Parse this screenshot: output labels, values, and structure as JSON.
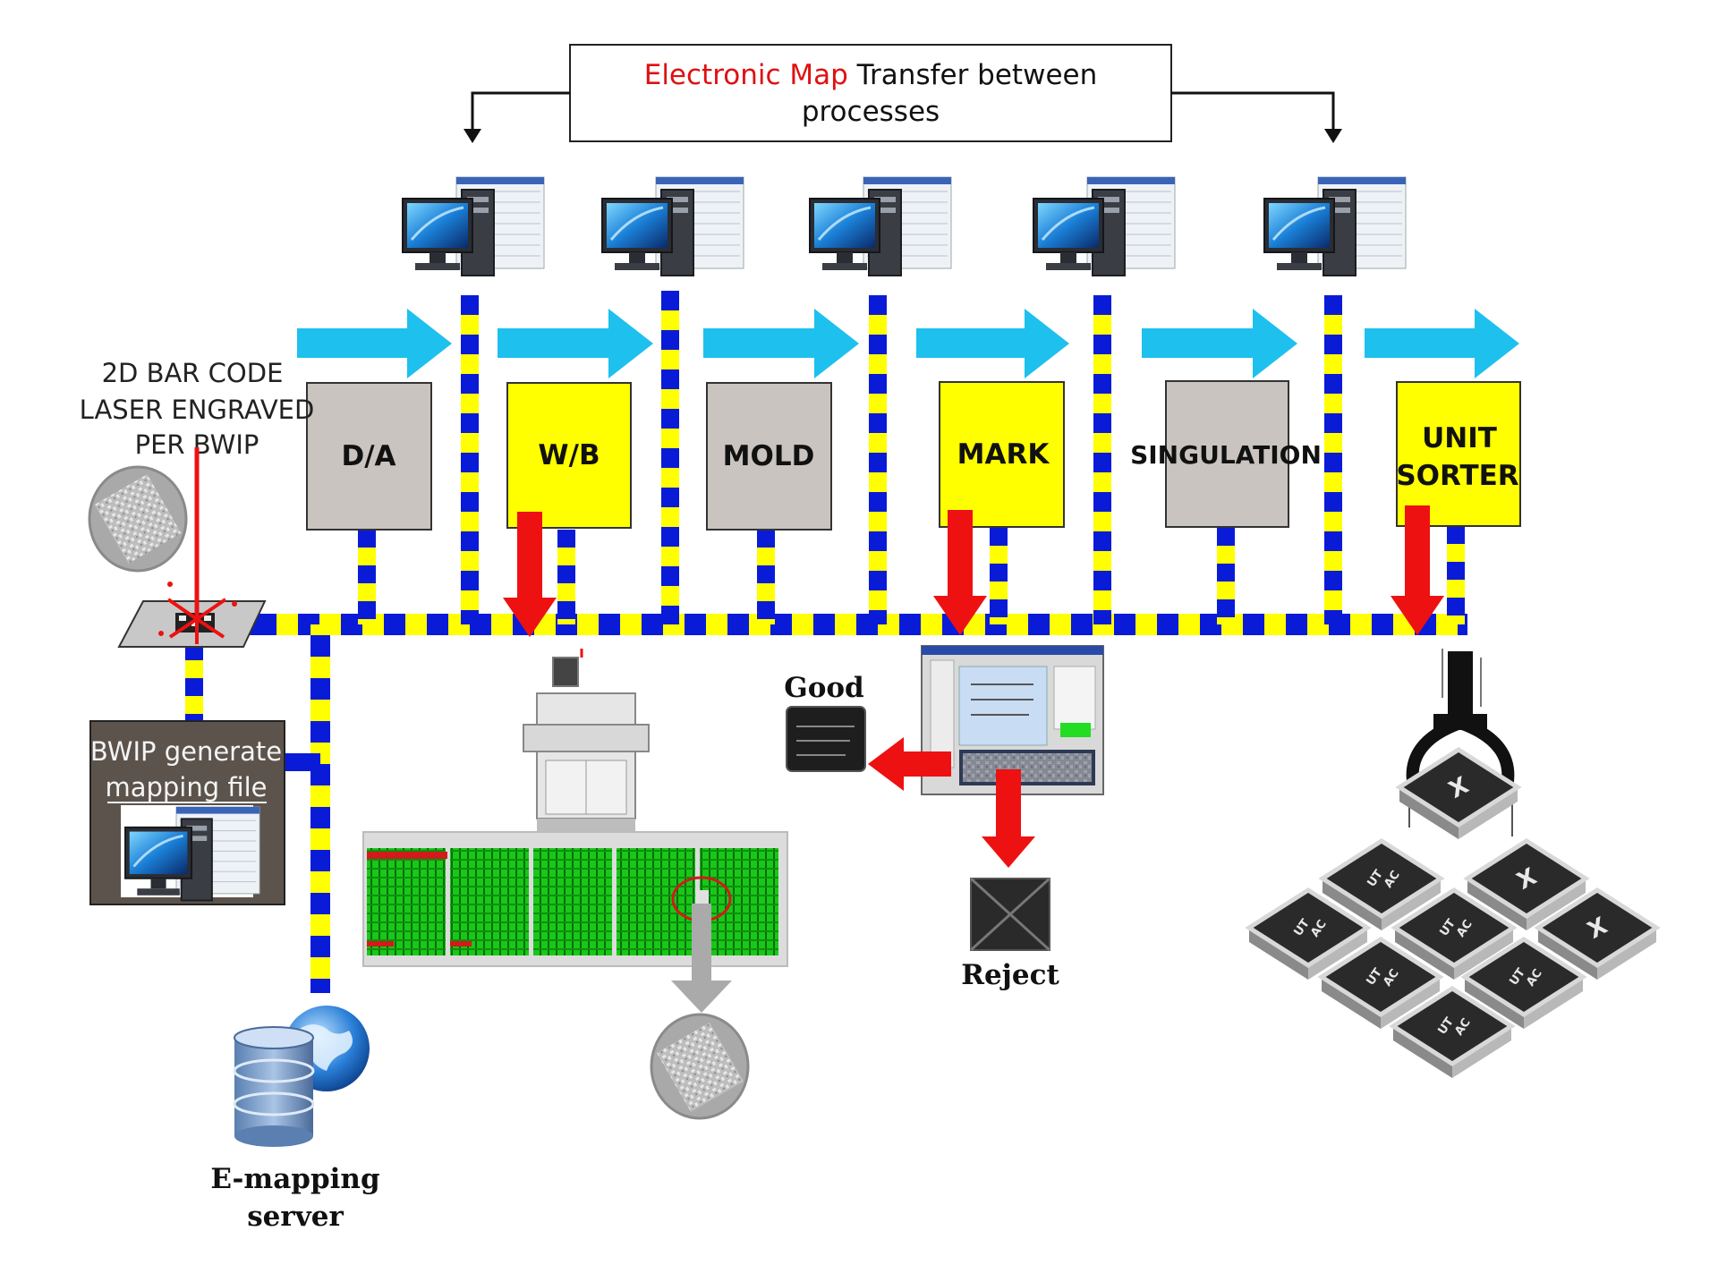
{
  "banner": {
    "highlight": "Electronic Map",
    "rest_line1": " Transfer between",
    "line2": "processes"
  },
  "processes": [
    {
      "label": "D/A",
      "color": "#c9c4bf"
    },
    {
      "label": "W/B",
      "color": "#ffff00"
    },
    {
      "label": "MOLD",
      "color": "#c9c4bf"
    },
    {
      "label": "MARK",
      "color": "#ffff00"
    },
    {
      "label": "SINGULATION",
      "color": "#c9c4bf"
    },
    {
      "label": "UNIT",
      "label2": "SORTER",
      "color": "#ffff00"
    }
  ],
  "laser_label": {
    "line1": "2D BAR CODE",
    "line2": "LASER ENGRAVED",
    "line3": "PER BWIP"
  },
  "bwip_box": {
    "line1": "BWIP generate",
    "line2": "mapping file"
  },
  "server": {
    "line1": "E-mapping",
    "line2": "server"
  },
  "good_label": "Good",
  "reject_label": "Reject",
  "chip_labels": {
    "ok_line1": "UT",
    "ok_line2": "AC",
    "reject_mark": "X"
  },
  "colors": {
    "flow_arrow": "#1ec0ee",
    "red_arrow": "#ee1111",
    "bus_yellow": "#ffff00",
    "bus_blue": "#0a1bd8",
    "banner_red": "#e01010"
  },
  "icons": [
    "workstation-icon",
    "database-icon",
    "globe-icon",
    "wafer-icon",
    "robot-gripper-icon",
    "machine-icon"
  ]
}
